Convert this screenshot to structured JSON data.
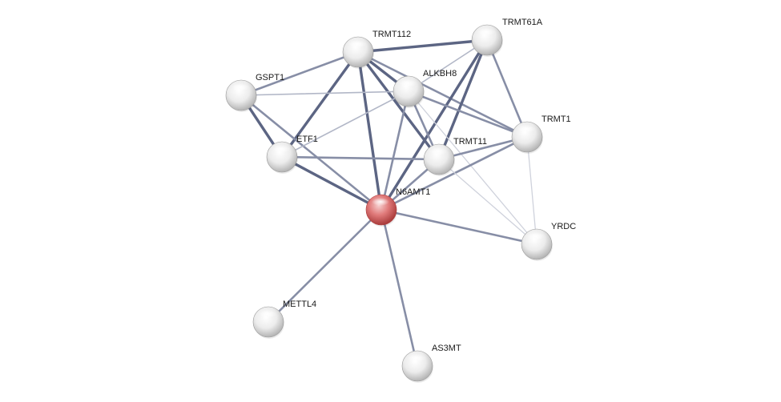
{
  "nodes": [
    {
      "id": "TRMT112",
      "label": "TRMT112",
      "highlight": false
    },
    {
      "id": "TRMT61A",
      "label": "TRMT61A",
      "highlight": false
    },
    {
      "id": "GSPT1",
      "label": "GSPT1",
      "highlight": false
    },
    {
      "id": "ALKBH8",
      "label": "ALKBH8",
      "highlight": false
    },
    {
      "id": "TRMT1",
      "label": "TRMT1",
      "highlight": false
    },
    {
      "id": "ETF1",
      "label": "ETF1",
      "highlight": false
    },
    {
      "id": "TRMT11",
      "label": "TRMT11",
      "highlight": false
    },
    {
      "id": "N6AMT1",
      "label": "N6AMT1",
      "highlight": true
    },
    {
      "id": "YRDC",
      "label": "YRDC",
      "highlight": false
    },
    {
      "id": "METTL4",
      "label": "METTL4",
      "highlight": false
    },
    {
      "id": "AS3MT",
      "label": "AS3MT",
      "highlight": false
    }
  ],
  "edges": [
    {
      "source": "TRMT112",
      "target": "TRMT61A",
      "strength": "strong"
    },
    {
      "source": "TRMT112",
      "target": "GSPT1",
      "strength": "medium"
    },
    {
      "source": "TRMT112",
      "target": "ALKBH8",
      "strength": "strong"
    },
    {
      "source": "TRMT112",
      "target": "ETF1",
      "strength": "strong"
    },
    {
      "source": "TRMT112",
      "target": "TRMT11",
      "strength": "strong"
    },
    {
      "source": "TRMT112",
      "target": "N6AMT1",
      "strength": "strong"
    },
    {
      "source": "TRMT112",
      "target": "TRMT1",
      "strength": "medium"
    },
    {
      "source": "TRMT61A",
      "target": "ALKBH8",
      "strength": "weak"
    },
    {
      "source": "TRMT61A",
      "target": "TRMT1",
      "strength": "medium"
    },
    {
      "source": "TRMT61A",
      "target": "TRMT11",
      "strength": "strong"
    },
    {
      "source": "TRMT61A",
      "target": "N6AMT1",
      "strength": "strong"
    },
    {
      "source": "GSPT1",
      "target": "ALKBH8",
      "strength": "weak"
    },
    {
      "source": "GSPT1",
      "target": "ETF1",
      "strength": "strong"
    },
    {
      "source": "GSPT1",
      "target": "N6AMT1",
      "strength": "medium"
    },
    {
      "source": "ALKBH8",
      "target": "ETF1",
      "strength": "weak"
    },
    {
      "source": "ALKBH8",
      "target": "TRMT1",
      "strength": "medium"
    },
    {
      "source": "ALKBH8",
      "target": "TRMT11",
      "strength": "medium"
    },
    {
      "source": "ALKBH8",
      "target": "N6AMT1",
      "strength": "medium"
    },
    {
      "source": "ALKBH8",
      "target": "YRDC",
      "strength": "faint"
    },
    {
      "source": "ETF1",
      "target": "TRMT11",
      "strength": "medium"
    },
    {
      "source": "ETF1",
      "target": "N6AMT1",
      "strength": "strong"
    },
    {
      "source": "TRMT1",
      "target": "TRMT11",
      "strength": "medium"
    },
    {
      "source": "TRMT1",
      "target": "N6AMT1",
      "strength": "medium"
    },
    {
      "source": "TRMT1",
      "target": "YRDC",
      "strength": "faint"
    },
    {
      "source": "TRMT11",
      "target": "N6AMT1",
      "strength": "medium"
    },
    {
      "source": "TRMT11",
      "target": "YRDC",
      "strength": "faint"
    },
    {
      "source": "N6AMT1",
      "target": "YRDC",
      "strength": "medium"
    },
    {
      "source": "N6AMT1",
      "target": "METTL4",
      "strength": "medium"
    },
    {
      "source": "N6AMT1",
      "target": "AS3MT",
      "strength": "medium"
    }
  ],
  "colors": {
    "strong": "#5c6583",
    "medium": "#878ea6",
    "weak": "#b2b7c7",
    "faint": "#cfd2dc",
    "node_fill": "#ededed",
    "node_shadow": "#b8b8b8",
    "highlight_fill": "#e07c7c",
    "highlight_shadow": "#b03f3f"
  }
}
